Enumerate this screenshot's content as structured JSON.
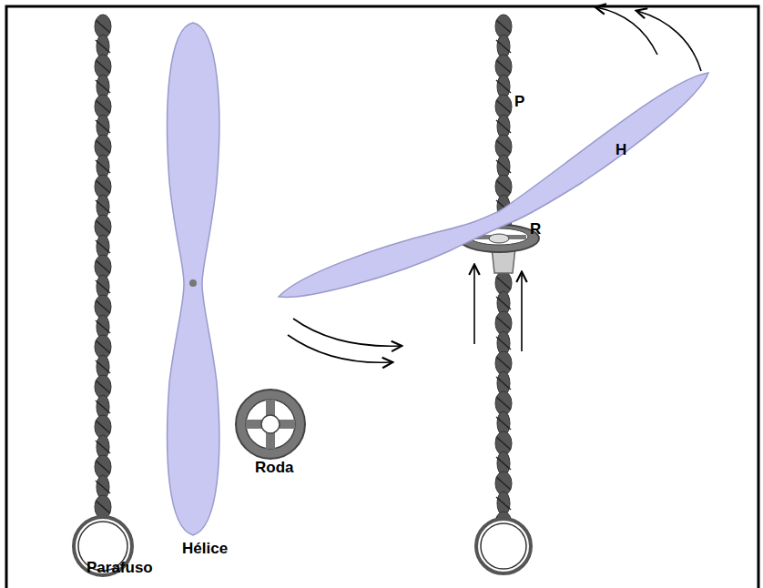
{
  "diagram": {
    "labels": [
      "Parafuso",
      "Hélice",
      "Roda",
      "P",
      "H",
      "R"
    ]
  }
}
